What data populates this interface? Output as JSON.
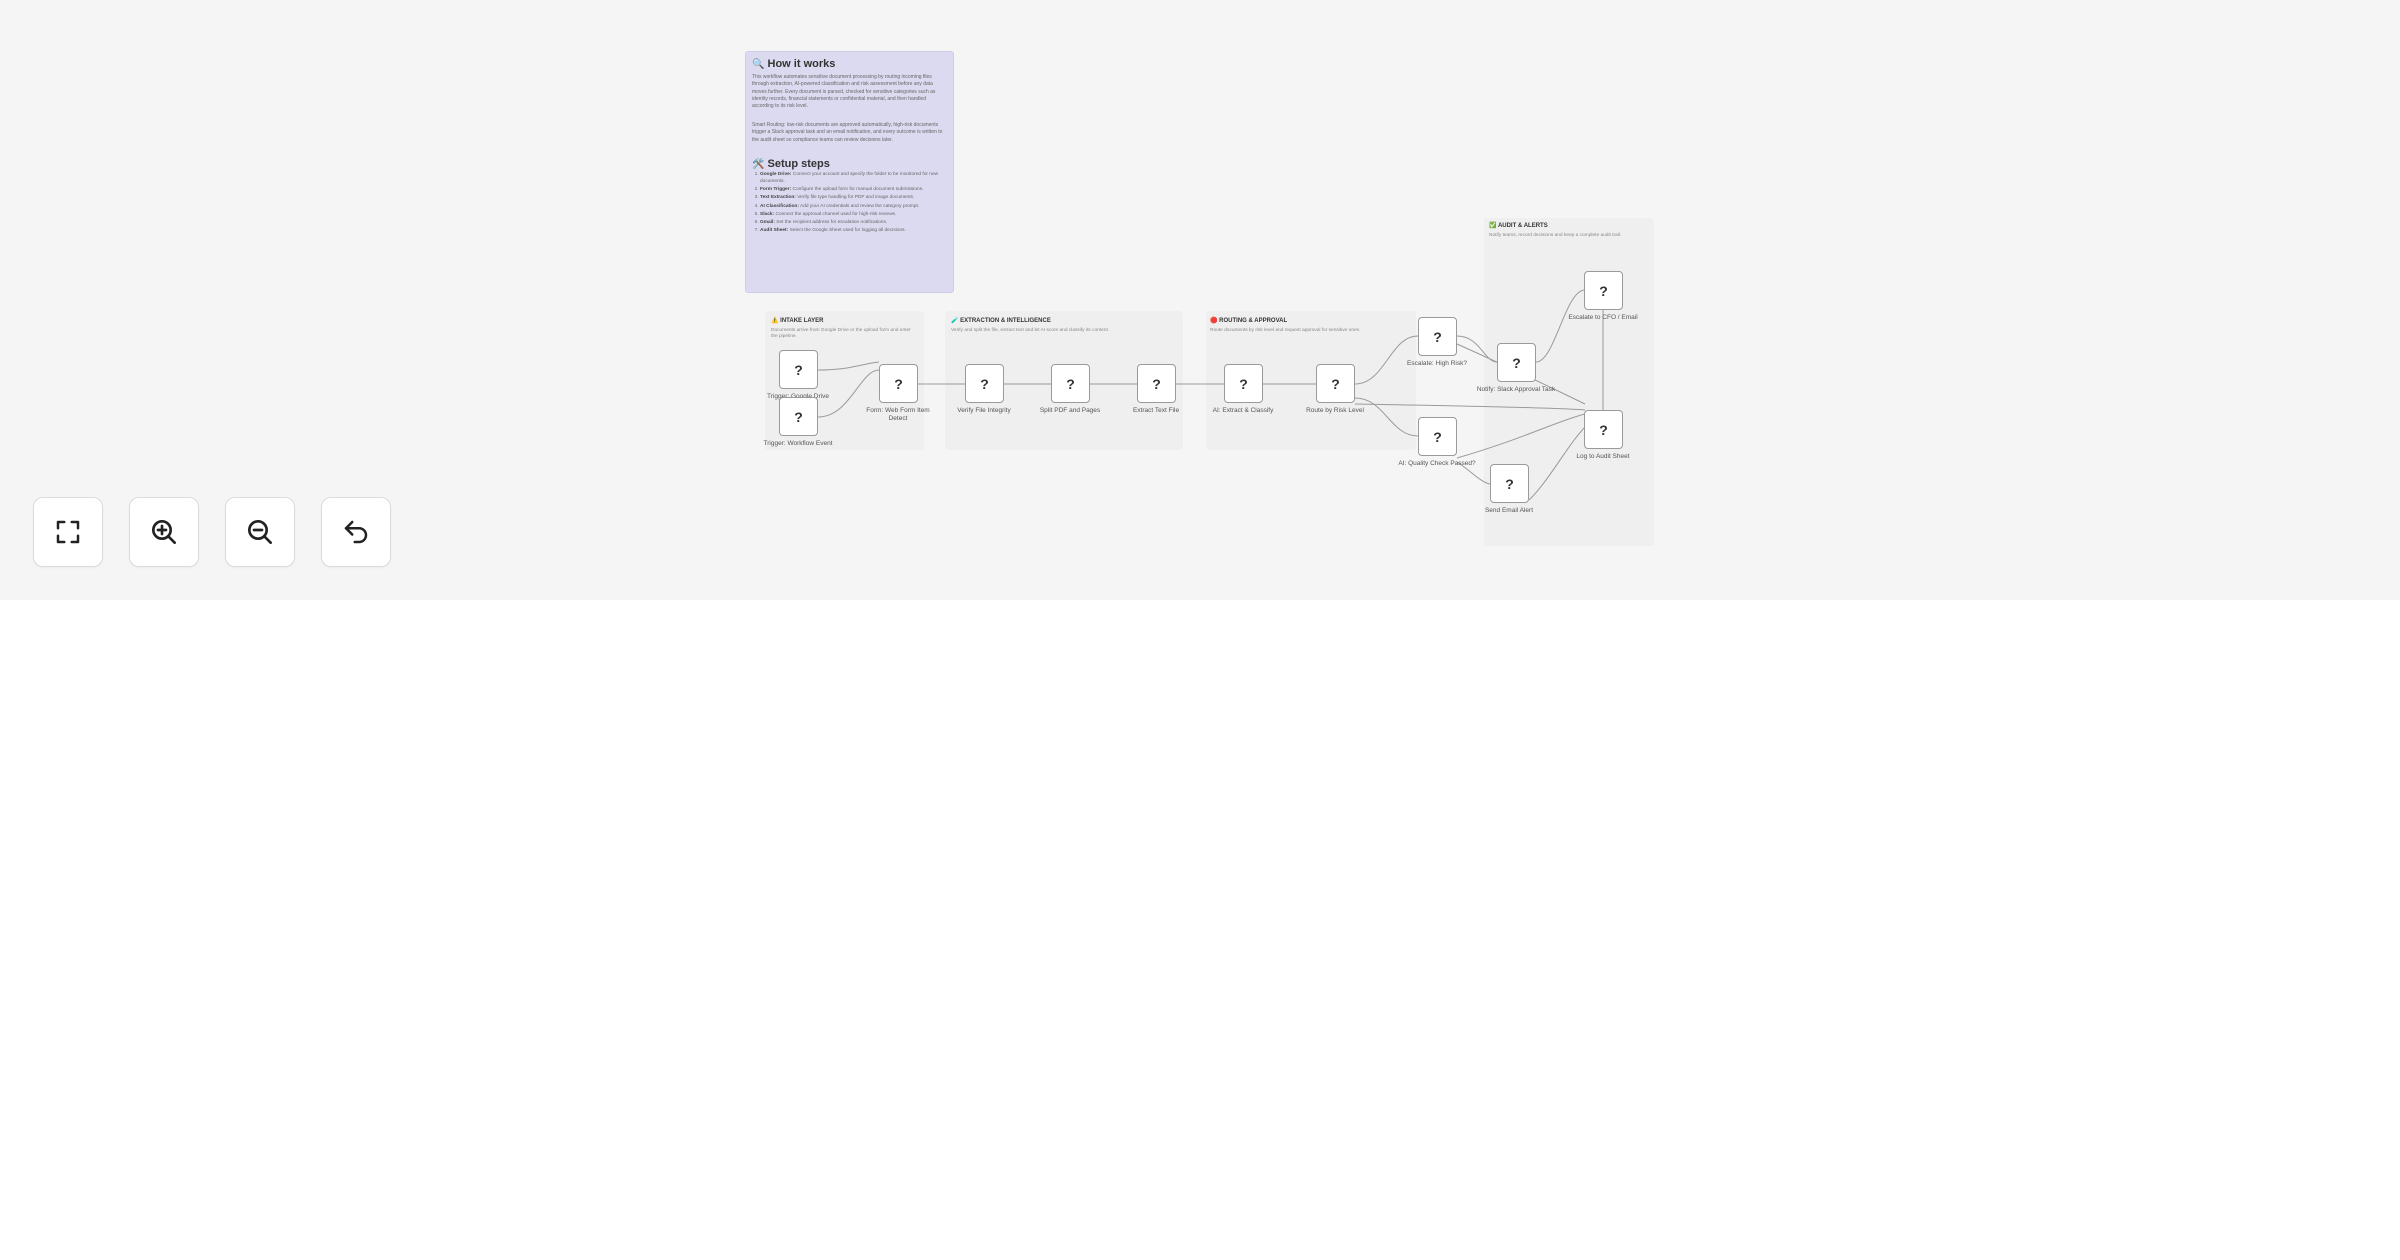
{
  "how_it_works": {
    "icon": "🔍",
    "title": "How it works",
    "paragraph1": "This workflow automates sensitive document processing by routing incoming files through extraction, AI-powered classification and risk assessment before any data moves further. Every document is parsed, checked for sensitive categories such as identity records, financial statements or confidential material, and then handled according to its risk level.",
    "paragraph2": "Smart Routing: low-risk documents are approved automatically, high-risk documents trigger a Slack approval task and an email notification, and every outcome is written to the audit sheet so compliance teams can review decisions later.",
    "setup_icon": "🛠️",
    "setup_title": "Setup steps",
    "steps": [
      {
        "name": "Google Drive:",
        "text": "Connect your account and specify the folder to be monitored for new documents."
      },
      {
        "name": "Form Trigger:",
        "text": "Configure the upload form for manual document submissions."
      },
      {
        "name": "Text Extraction:",
        "text": "Verify file type handling for PDF and image documents."
      },
      {
        "name": "AI Classification:",
        "text": "Add your AI credentials and review the category prompt."
      },
      {
        "name": "Slack:",
        "text": "Connect the approval channel used for high-risk reviews."
      },
      {
        "name": "Gmail:",
        "text": "Set the recipient address for escalation notifications."
      },
      {
        "name": "Audit Sheet:",
        "text": "Select the Google Sheet used for logging all decisions."
      }
    ]
  },
  "sections": {
    "intake": {
      "icon": "⚠️",
      "title": "INTAKE LAYER",
      "desc": "Documents arrive from Google Drive or the upload form and enter the pipeline."
    },
    "extraction": {
      "icon": "🧪",
      "title": "EXTRACTION & INTELLIGENCE",
      "desc": "Verify and split the file, extract text and let AI score and classify its content."
    },
    "routing": {
      "icon": "🛑",
      "title": "ROUTING & APPROVAL",
      "desc": "Route documents by risk level and request approval for sensitive ones."
    },
    "audit": {
      "icon": "✅",
      "title": "AUDIT & ALERTS",
      "desc": "Notify teams, record decisions and keep a complete audit trail."
    }
  },
  "nodes": {
    "icon_placeholder": "?",
    "trigger_google_drive": "Trigger: Google Drive Upload",
    "trigger_workflow_event": "Trigger: Workflow Event",
    "form_trigger": "Form: Web Form Item Detect",
    "verify_file": "Verify File Integrity",
    "split_pdf": "Split PDF and Pages",
    "extract_text": "Extract Text File",
    "ai_extract_classify": "AI: Extract & Classify",
    "route_by_risk": "Route by Risk Level",
    "escalate_high_risk": "Escalate: High Risk?",
    "ai_quality_check": "AI: Quality Check Passed?",
    "notify_slack": "Notify: Slack Approval Task",
    "send_email": "Send Email Alert",
    "escalate_cfo": "Escalate to CFO / Email",
    "log_to_sheet": "Log to Audit Sheet"
  },
  "controls": {
    "fit_view": "fit-view-icon",
    "zoom_in": "zoom-in-icon",
    "zoom_out": "zoom-out-icon",
    "reset": "undo-icon"
  }
}
